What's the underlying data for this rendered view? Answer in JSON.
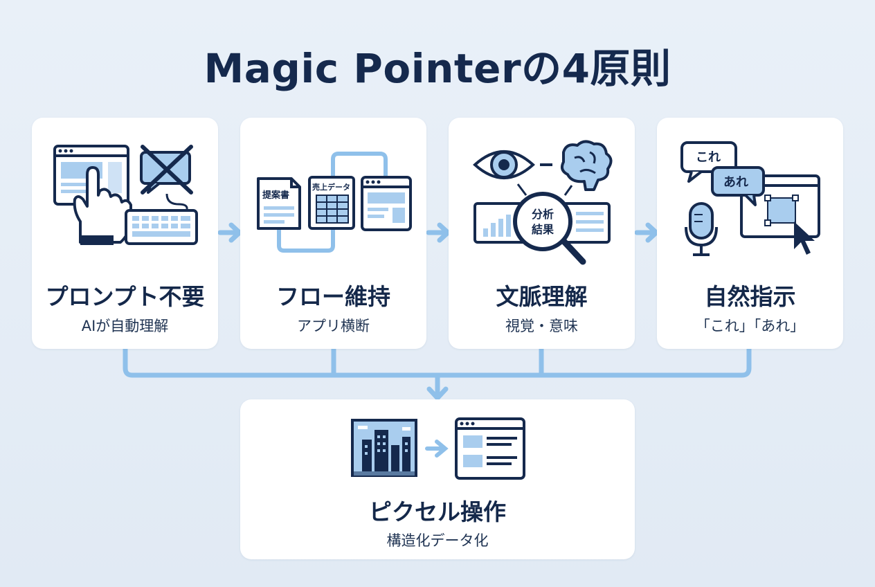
{
  "title": "Magic Pointerの4原則",
  "principles": [
    {
      "heading": "プロンプト不要",
      "sub": "AIが自動理解"
    },
    {
      "heading": "フロー維持",
      "sub": "アプリ横断"
    },
    {
      "heading": "文脈理解",
      "sub": "視覚・意味"
    },
    {
      "heading": "自然指示",
      "sub": "「これ」「あれ」"
    }
  ],
  "foundation": {
    "heading": "ピクセル操作",
    "sub": "構造化データ化"
  },
  "icon_labels": {
    "proposal": "提案書",
    "sales_data": "売上データ",
    "analysis_1": "分析",
    "analysis_2": "結果",
    "this": "これ",
    "that": "あれ"
  },
  "colors": {
    "navy": "#15294d",
    "accent": "#7fb6e6",
    "fill": "#a9cdee",
    "card": "#ffffff"
  }
}
